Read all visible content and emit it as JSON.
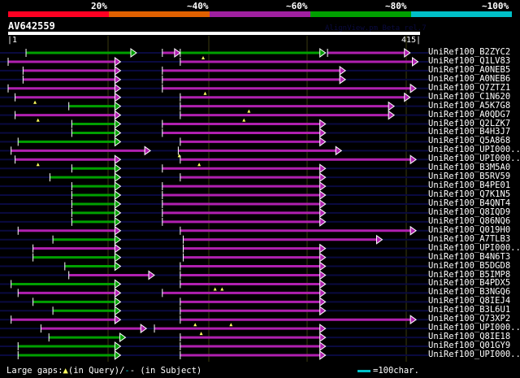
{
  "header": {
    "percent_labels": [
      "20%",
      "~40%",
      "~60%",
      "~80%",
      "~100%"
    ],
    "color_bins": [
      "#ff0022",
      "#e06000",
      "#a020a0",
      "#00a000",
      "#00c0c8"
    ],
    "query_name": "AV642559",
    "version_text": "AlignView.pm Beta rel.7",
    "query_start": "|1",
    "query_end": "415|",
    "query_length": 415
  },
  "colors": {
    "green": "#00a000",
    "magenta": "#b020b0",
    "baseline": "#0a0a40",
    "gap": "#ffff60"
  },
  "rows": [
    {
      "name": "UniRef100_B2ZYC2",
      "segs": [
        [
          19,
          130,
          "green"
        ],
        [
          156,
          174,
          "magenta"
        ],
        [
          174,
          320,
          "green"
        ],
        [
          322,
          405,
          "magenta"
        ]
      ],
      "gaps": [
        197
      ]
    },
    {
      "name": "UniRef100_Q1LV83",
      "segs": [
        [
          1,
          114,
          "magenta"
        ],
        [
          174,
          413,
          "magenta"
        ]
      ],
      "gaps": []
    },
    {
      "name": "UniRef100_A0NEB5",
      "segs": [
        [
          16,
          114,
          "magenta"
        ],
        [
          156,
          340,
          "magenta"
        ]
      ],
      "gaps": []
    },
    {
      "name": "UniRef100_A0NEB6",
      "segs": [
        [
          16,
          114,
          "magenta"
        ],
        [
          156,
          340,
          "magenta"
        ]
      ],
      "gaps": []
    },
    {
      "name": "UniRef100_Q7ZTZ1",
      "segs": [
        [
          1,
          114,
          "magenta"
        ],
        [
          156,
          411,
          "magenta"
        ]
      ],
      "gaps": [
        199
      ]
    },
    {
      "name": "UniRef100_C1N620",
      "segs": [
        [
          8,
          114,
          "magenta"
        ],
        [
          174,
          405,
          "magenta"
        ]
      ],
      "gaps": [
        28
      ]
    },
    {
      "name": "UniRef100_A5K7G8",
      "segs": [
        [
          62,
          114,
          "green"
        ],
        [
          174,
          389,
          "magenta"
        ]
      ],
      "gaps": [
        243
      ]
    },
    {
      "name": "UniRef100_A0QDG7",
      "segs": [
        [
          8,
          114,
          "magenta"
        ],
        [
          174,
          389,
          "magenta"
        ]
      ],
      "gaps": [
        31,
        238
      ]
    },
    {
      "name": "UniRef100_Q2LZK7",
      "segs": [
        [
          65,
          114,
          "green"
        ],
        [
          156,
          320,
          "magenta"
        ]
      ],
      "gaps": []
    },
    {
      "name": "UniRef100_B4H3J7",
      "segs": [
        [
          65,
          114,
          "green"
        ],
        [
          156,
          320,
          "magenta"
        ]
      ],
      "gaps": []
    },
    {
      "name": "UniRef100_Q5A868",
      "segs": [
        [
          11,
          114,
          "green"
        ],
        [
          174,
          320,
          "magenta"
        ]
      ],
      "gaps": []
    },
    {
      "name": "UniRef100_UPI000..",
      "segs": [
        [
          4,
          144,
          "magenta"
        ],
        [
          172,
          336,
          "magenta"
        ]
      ],
      "gaps": [
        173
      ]
    },
    {
      "name": "UniRef100_UPI000..",
      "segs": [
        [
          8,
          114,
          "magenta"
        ],
        [
          174,
          411,
          "magenta"
        ]
      ],
      "gaps": [
        31,
        193
      ]
    },
    {
      "name": "UniRef100_B3M5A0",
      "segs": [
        [
          65,
          114,
          "green"
        ],
        [
          156,
          320,
          "magenta"
        ]
      ],
      "gaps": []
    },
    {
      "name": "UniRef100_B5RV59",
      "segs": [
        [
          43,
          114,
          "green"
        ],
        [
          174,
          320,
          "magenta"
        ]
      ],
      "gaps": []
    },
    {
      "name": "UniRef100_B4PE01",
      "segs": [
        [
          65,
          114,
          "green"
        ],
        [
          156,
          320,
          "magenta"
        ]
      ],
      "gaps": []
    },
    {
      "name": "UniRef100_Q7K1N5",
      "segs": [
        [
          65,
          114,
          "green"
        ],
        [
          156,
          320,
          "magenta"
        ]
      ],
      "gaps": []
    },
    {
      "name": "UniRef100_B4QNT4",
      "segs": [
        [
          65,
          114,
          "green"
        ],
        [
          156,
          320,
          "magenta"
        ]
      ],
      "gaps": []
    },
    {
      "name": "UniRef100_Q8IQD9",
      "segs": [
        [
          65,
          114,
          "green"
        ],
        [
          156,
          320,
          "magenta"
        ]
      ],
      "gaps": []
    },
    {
      "name": "UniRef100_Q86NQ6",
      "segs": [
        [
          65,
          114,
          "green"
        ],
        [
          156,
          320,
          "magenta"
        ]
      ],
      "gaps": []
    },
    {
      "name": "UniRef100_Q019H0",
      "segs": [
        [
          11,
          114,
          "magenta"
        ],
        [
          174,
          411,
          "magenta"
        ]
      ],
      "gaps": []
    },
    {
      "name": "UniRef100_A7TLB3",
      "segs": [
        [
          46,
          114,
          "green"
        ],
        [
          177,
          377,
          "magenta"
        ]
      ],
      "gaps": []
    },
    {
      "name": "UniRef100_UPI000..",
      "segs": [
        [
          26,
          114,
          "magenta"
        ],
        [
          177,
          320,
          "magenta"
        ]
      ],
      "gaps": []
    },
    {
      "name": "UniRef100_B4N6T3",
      "segs": [
        [
          26,
          114,
          "green"
        ],
        [
          177,
          320,
          "magenta"
        ]
      ],
      "gaps": []
    },
    {
      "name": "UniRef100_B5DGD8",
      "segs": [
        [
          58,
          114,
          "green"
        ],
        [
          174,
          320,
          "magenta"
        ]
      ],
      "gaps": []
    },
    {
      "name": "UniRef100_B5IMP8",
      "segs": [
        [
          62,
          148,
          "magenta"
        ],
        [
          174,
          320,
          "magenta"
        ]
      ],
      "gaps": []
    },
    {
      "name": "UniRef100_B4PDX5",
      "segs": [
        [
          4,
          114,
          "green"
        ],
        [
          174,
          320,
          "magenta"
        ]
      ],
      "gaps": [
        209,
        216
      ]
    },
    {
      "name": "UniRef100_B3NGQ6",
      "segs": [
        [
          11,
          114,
          "magenta"
        ],
        [
          156,
          320,
          "magenta"
        ]
      ],
      "gaps": []
    },
    {
      "name": "UniRef100_Q8IEJ4",
      "segs": [
        [
          26,
          114,
          "green"
        ],
        [
          174,
          320,
          "magenta"
        ]
      ],
      "gaps": []
    },
    {
      "name": "UniRef100_B3L6U1",
      "segs": [
        [
          46,
          114,
          "green"
        ],
        [
          174,
          320,
          "magenta"
        ]
      ],
      "gaps": []
    },
    {
      "name": "UniRef100_Q73XP2",
      "segs": [
        [
          4,
          114,
          "magenta"
        ],
        [
          174,
          411,
          "magenta"
        ]
      ],
      "gaps": [
        189,
        225
      ]
    },
    {
      "name": "UniRef100_UPI000..",
      "segs": [
        [
          34,
          140,
          "magenta"
        ],
        [
          148,
          320,
          "magenta"
        ]
      ],
      "gaps": [
        195
      ]
    },
    {
      "name": "UniRef100_Q8IE18",
      "segs": [
        [
          42,
          119,
          "green"
        ],
        [
          174,
          320,
          "magenta"
        ]
      ],
      "gaps": []
    },
    {
      "name": "UniRef100_Q01GY9",
      "segs": [
        [
          11,
          114,
          "green"
        ],
        [
          174,
          320,
          "magenta"
        ]
      ],
      "gaps": []
    },
    {
      "name": "UniRef100_UPI000..",
      "segs": [
        [
          11,
          114,
          "green"
        ],
        [
          174,
          320,
          "magenta"
        ]
      ],
      "gaps": []
    }
  ],
  "legend": {
    "text_a": "Large gaps:",
    "text_b": "(in Query)/",
    "text_c": "- (in Subject)",
    "scale": "=100char."
  }
}
